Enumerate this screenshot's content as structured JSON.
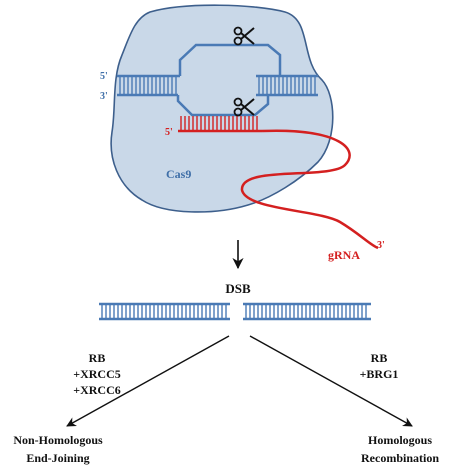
{
  "labels": {
    "five_prime_top": "5'",
    "three_prime_left": "3'",
    "five_prime_rna": "5'",
    "cas9": "Cas9",
    "grna": "gRNA",
    "three_prime_rna": "3'",
    "dsb": "DSB",
    "left_factor_1": "RB",
    "left_factor_2": "+XRCC5",
    "left_factor_3": "+XRCC6",
    "right_factor_1": "RB",
    "right_factor_2": "+BRG1",
    "nhej_line_1": "Non-Homologous",
    "nhej_line_2": "End-Joining",
    "hr_line_1": "Homologous",
    "hr_line_2": "Recombination"
  },
  "colors": {
    "dna": "#4a7ab5",
    "cas9_fill": "#c9d8e8",
    "cas9_stroke": "#3d5f8c",
    "rna": "#d42020",
    "text_dark": "#111111"
  },
  "icons": {
    "scissors_top": "scissors-icon",
    "scissors_bottom": "scissors-icon"
  }
}
